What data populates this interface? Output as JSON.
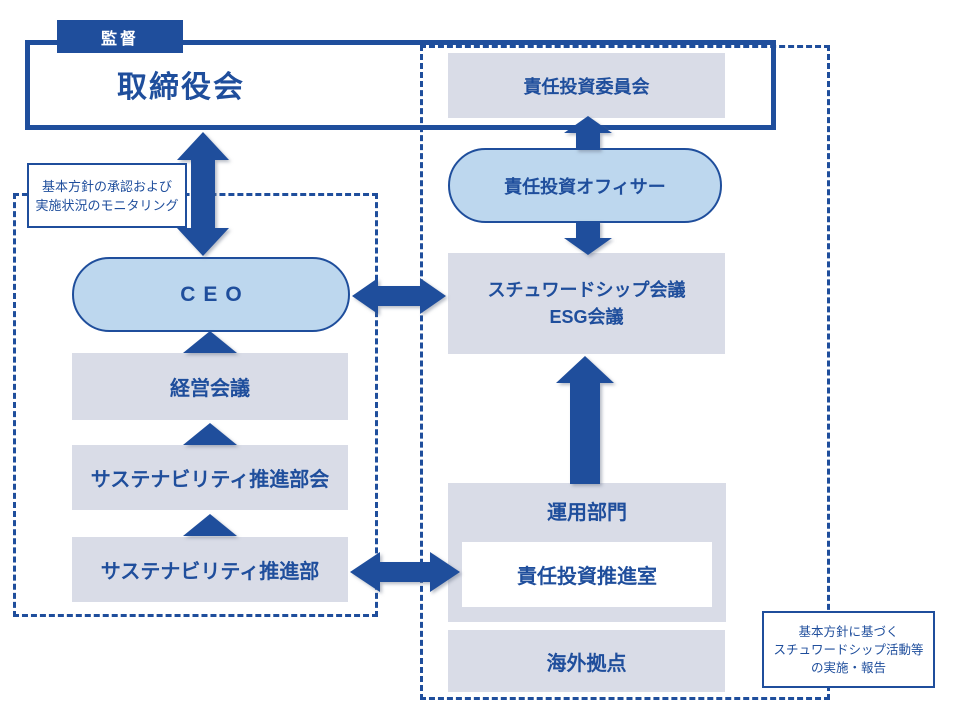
{
  "colors": {
    "primary": "#1F4E9C",
    "light_blue": "#BDD7EE",
    "box_gray": "#D9DCE7",
    "white": "#FFFFFF"
  },
  "supervision_label": "監督",
  "board": {
    "label": "取締役会"
  },
  "committee": {
    "label": "責任投資委員会"
  },
  "officer": {
    "label": "責任投資オフィサー"
  },
  "ceo": {
    "label": "CEO"
  },
  "stewardship": {
    "line1": "スチュワードシップ会議",
    "line2": "ESG会議"
  },
  "management_meeting": {
    "label": "経営会議"
  },
  "sustainability_subcommittee": {
    "label": "サステナビリティ推進部会"
  },
  "sustainability_dept": {
    "label": "サステナビリティ推進部"
  },
  "division": {
    "label": "運用部門"
  },
  "ri_office": {
    "label": "責任投資推進室"
  },
  "overseas": {
    "label": "海外拠点"
  },
  "tl_note": {
    "lines": [
      "基本方針の承認および",
      "実施状況のモニタリング"
    ]
  },
  "br_note": {
    "lines": [
      "基本方針に基づく",
      "スチュワードシップ活動等",
      "の実施・報告"
    ]
  }
}
